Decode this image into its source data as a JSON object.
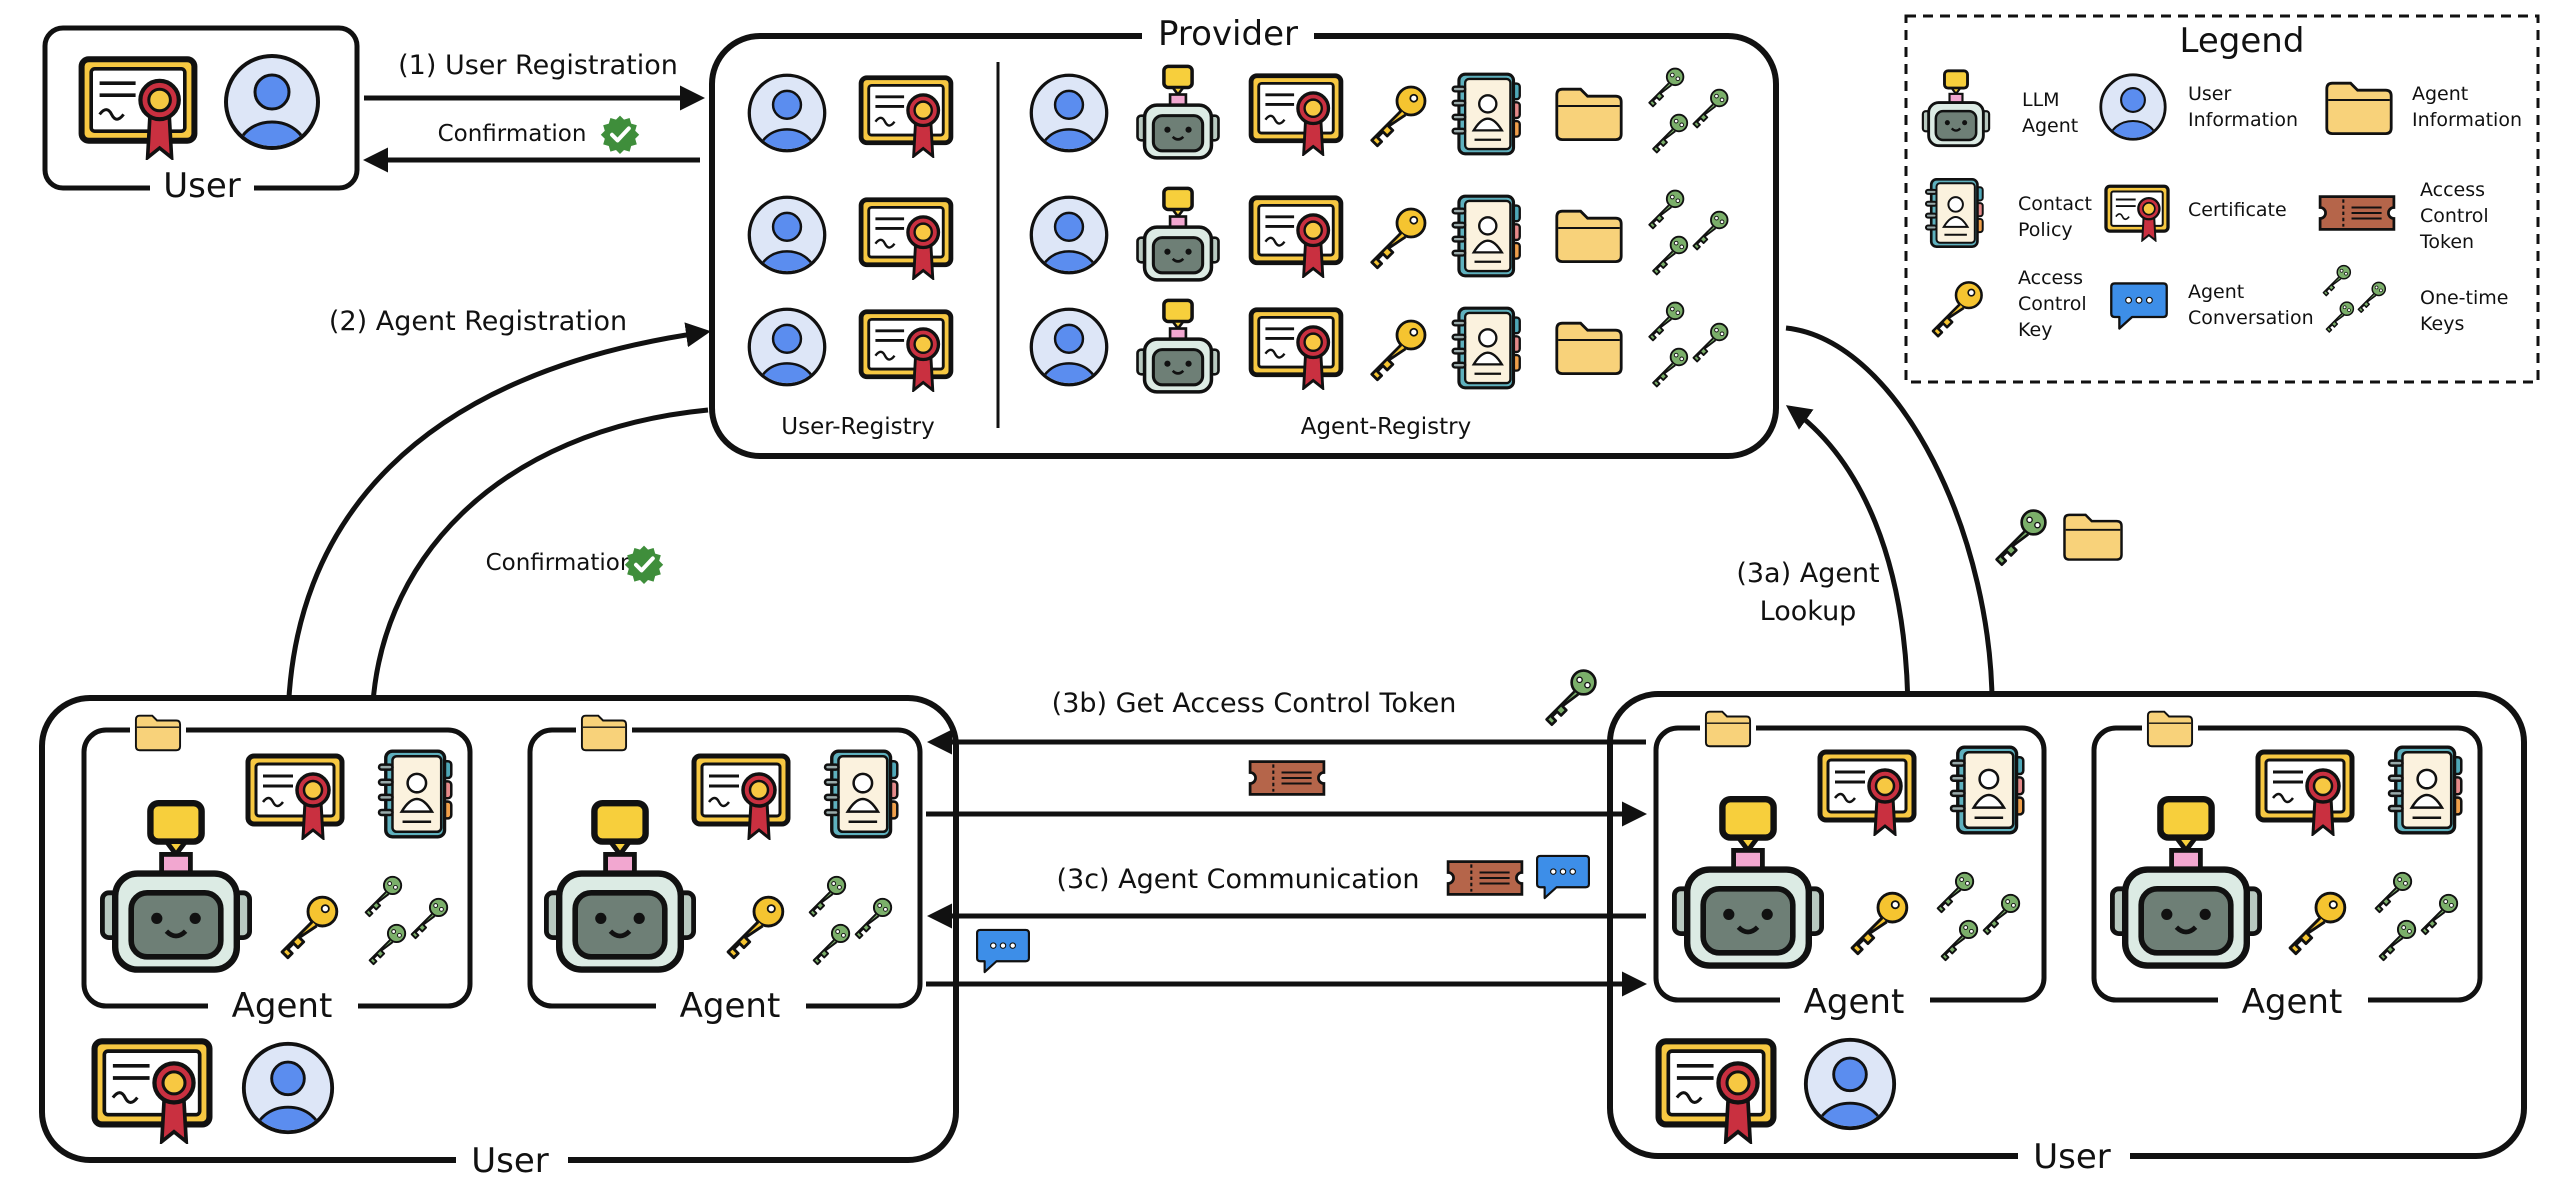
{
  "colors": {
    "stroke": "#111111",
    "cert_fill": "#F7C842",
    "ribbon": "#C93040",
    "user_fill": "#DDE6F7",
    "user_body": "#5B8DEF",
    "robot_body": "#6E7F76",
    "robot_face": "#DCEBE4",
    "folder": "#F8D27A",
    "key": "#F5C430",
    "green_key": "#7BAF6A",
    "token": "#B5654A",
    "chat": "#3D8EE8",
    "check": "#3F8E3B",
    "contact_blue": "#4FA8B8",
    "contact_pink": "#E58A8A",
    "contact_orange": "#F0A04B"
  },
  "user_top": {
    "label": "User"
  },
  "provider": {
    "title": "Provider",
    "user_registry": "User-Registry",
    "agent_registry": "Agent-Registry"
  },
  "flows": {
    "user_registration": "(1) User Registration",
    "confirmation_1": "Confirmation",
    "agent_registration": "(2) Agent Registration",
    "confirmation_2": "Confirmation",
    "agent_lookup_1": "(3a) Agent",
    "agent_lookup_2": "Lookup",
    "get_token": "(3b) Get Access Control Token",
    "agent_comm": "(3c) Agent Communication"
  },
  "left_user": {
    "label": "User",
    "agent_1": "Agent",
    "agent_2": "Agent"
  },
  "right_user": {
    "label": "User",
    "agent_1": "Agent",
    "agent_2": "Agent"
  },
  "legend": {
    "title": "Legend",
    "llm_agent_1": "LLM",
    "llm_agent_2": "Agent",
    "user_info_1": "User",
    "user_info_2": "Information",
    "agent_info_1": "Agent",
    "agent_info_2": "Information",
    "contact_1": "Contact",
    "contact_2": "Policy",
    "certificate": "Certificate",
    "token_1": "Access",
    "token_2": "Control",
    "token_3": "Token",
    "key_1": "Access",
    "key_2": "Control",
    "key_3": "Key",
    "conv_1": "Agent",
    "conv_2": "Conversation",
    "otk_1": "One-time",
    "otk_2": "Keys"
  }
}
